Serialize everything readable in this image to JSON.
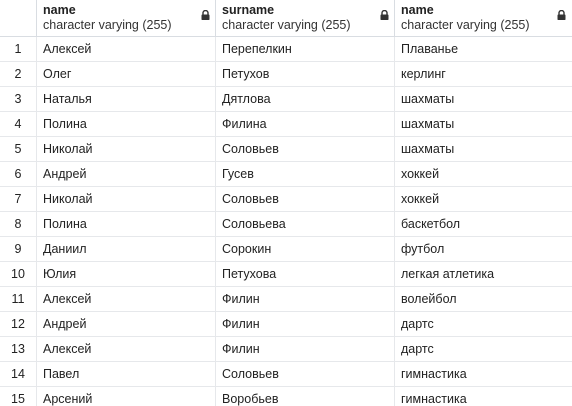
{
  "columns": [
    {
      "name": "name",
      "type": "character varying (255)"
    },
    {
      "name": "surname",
      "type": "character varying (255)"
    },
    {
      "name": "name",
      "type": "character varying (255)"
    }
  ],
  "rows": [
    {
      "n": "1",
      "first": "Алексей",
      "last": "Перепелкин",
      "sport": "Плаванье"
    },
    {
      "n": "2",
      "first": "Олег",
      "last": "Петухов",
      "sport": "керлинг"
    },
    {
      "n": "3",
      "first": "Наталья",
      "last": "Дятлова",
      "sport": "шахматы"
    },
    {
      "n": "4",
      "first": "Полина",
      "last": "Филина",
      "sport": "шахматы"
    },
    {
      "n": "5",
      "first": "Николай",
      "last": "Соловьев",
      "sport": "шахматы"
    },
    {
      "n": "6",
      "first": "Андрей",
      "last": "Гусев",
      "sport": "хоккей"
    },
    {
      "n": "7",
      "first": "Николай",
      "last": "Соловьев",
      "sport": "хоккей"
    },
    {
      "n": "8",
      "first": "Полина",
      "last": "Соловьева",
      "sport": "баскетбол"
    },
    {
      "n": "9",
      "first": "Даниил",
      "last": "Сорокин",
      "sport": "футбол"
    },
    {
      "n": "10",
      "first": "Юлия",
      "last": "Петухова",
      "sport": "легкая атлетика"
    },
    {
      "n": "11",
      "first": "Алексей",
      "last": "Филин",
      "sport": "волейбол"
    },
    {
      "n": "12",
      "first": "Андрей",
      "last": "Филин",
      "sport": "дартс"
    },
    {
      "n": "13",
      "first": "Алексей",
      "last": "Филин",
      "sport": "дартс"
    },
    {
      "n": "14",
      "first": "Павел",
      "last": "Соловьев",
      "sport": "гимнастика"
    },
    {
      "n": "15",
      "first": "Арсений",
      "last": "Воробьев",
      "sport": "гимнастика"
    }
  ]
}
